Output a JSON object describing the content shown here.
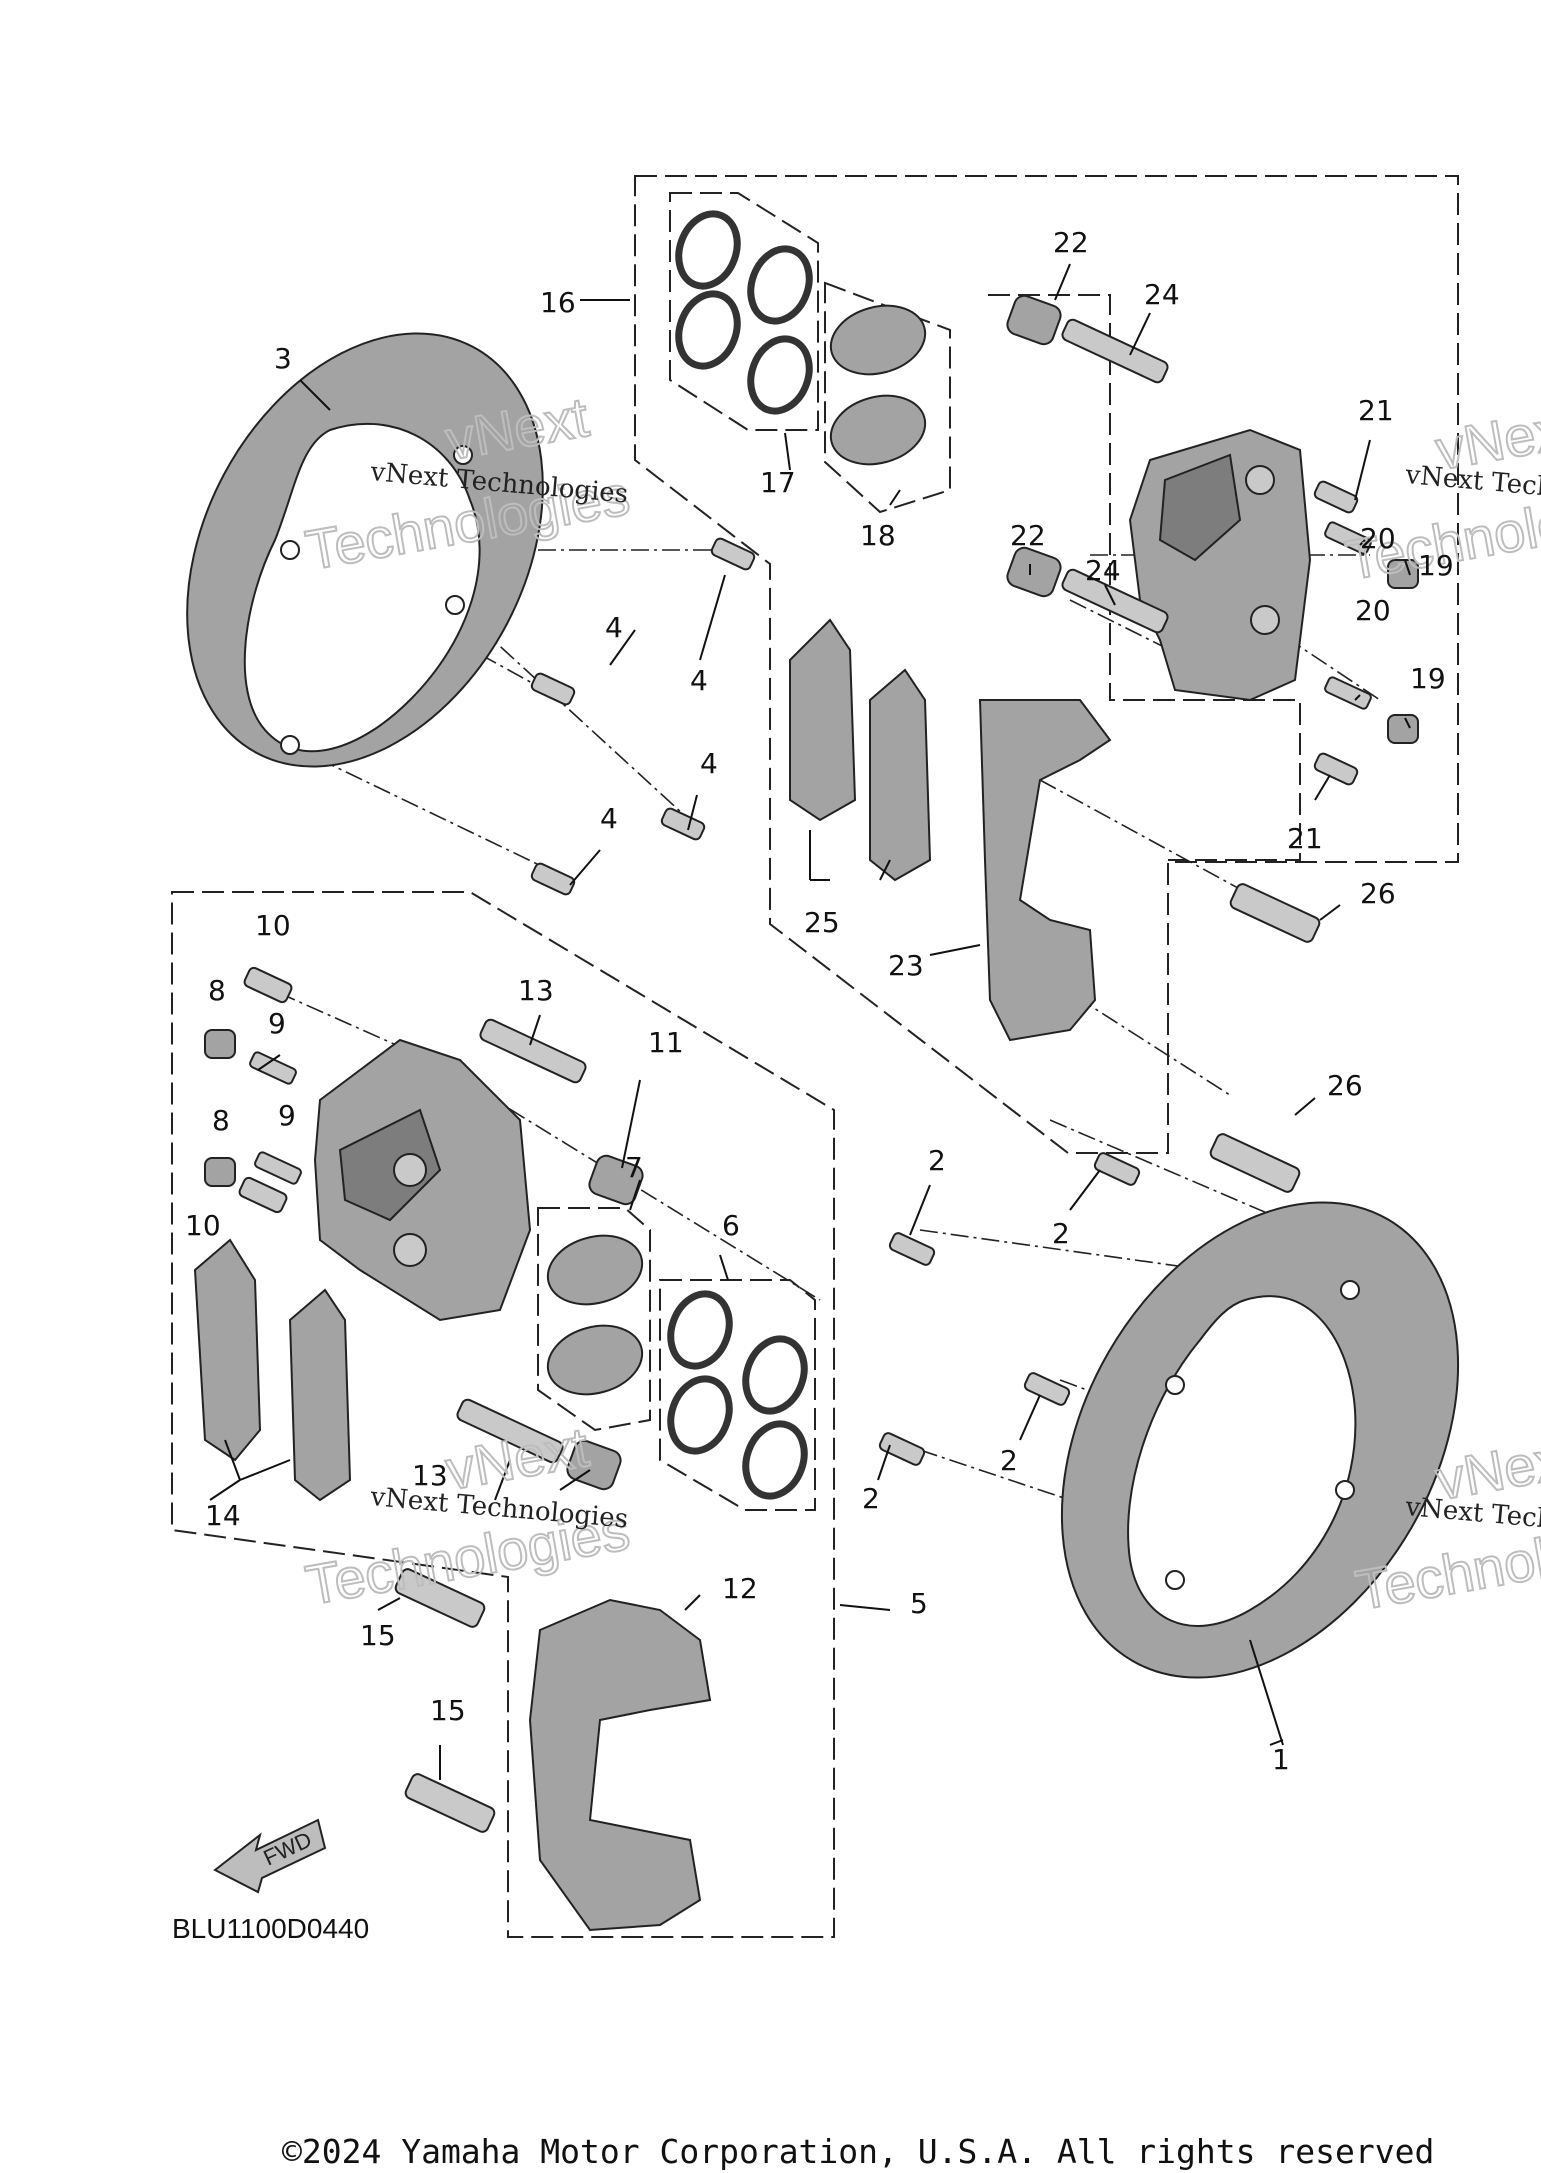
{
  "callouts": [
    {
      "id": "c1",
      "text": "1"
    },
    {
      "id": "c2a",
      "text": "2"
    },
    {
      "id": "c2b",
      "text": "2"
    },
    {
      "id": "c2c",
      "text": "2"
    },
    {
      "id": "c2d",
      "text": "2"
    },
    {
      "id": "c3",
      "text": "3"
    },
    {
      "id": "c4a",
      "text": "4"
    },
    {
      "id": "c4b",
      "text": "4"
    },
    {
      "id": "c4c",
      "text": "4"
    },
    {
      "id": "c4d",
      "text": "4"
    },
    {
      "id": "c5",
      "text": "5"
    },
    {
      "id": "c6",
      "text": "6"
    },
    {
      "id": "c7",
      "text": "7"
    },
    {
      "id": "c8a",
      "text": "8"
    },
    {
      "id": "c8b",
      "text": "8"
    },
    {
      "id": "c9a",
      "text": "9"
    },
    {
      "id": "c9b",
      "text": "9"
    },
    {
      "id": "c10a",
      "text": "10"
    },
    {
      "id": "c10b",
      "text": "10"
    },
    {
      "id": "c11",
      "text": "11"
    },
    {
      "id": "c12",
      "text": "12"
    },
    {
      "id": "c13a",
      "text": "13"
    },
    {
      "id": "c13b",
      "text": "13"
    },
    {
      "id": "c14",
      "text": "14"
    },
    {
      "id": "c15a",
      "text": "15"
    },
    {
      "id": "c15b",
      "text": "15"
    },
    {
      "id": "c16",
      "text": "16"
    },
    {
      "id": "c17",
      "text": "17"
    },
    {
      "id": "c18",
      "text": "18"
    },
    {
      "id": "c19a",
      "text": "19"
    },
    {
      "id": "c19b",
      "text": "19"
    },
    {
      "id": "c20a",
      "text": "20"
    },
    {
      "id": "c20b",
      "text": "20"
    },
    {
      "id": "c21a",
      "text": "21"
    },
    {
      "id": "c21b",
      "text": "21"
    },
    {
      "id": "c22a",
      "text": "22"
    },
    {
      "id": "c22b",
      "text": "22"
    },
    {
      "id": "c23",
      "text": "23"
    },
    {
      "id": "c24a",
      "text": "24"
    },
    {
      "id": "c24b",
      "text": "24"
    },
    {
      "id": "c25",
      "text": "25"
    },
    {
      "id": "c26a",
      "text": "26"
    },
    {
      "id": "c26b",
      "text": "26"
    }
  ],
  "diagram_code": "BLU1100D0440",
  "fwd_label": "FWD",
  "watermark": {
    "line1": "vNext Technologies",
    "big1": "vNext",
    "big2": "Technologies"
  },
  "footer": "©2024 Yamaha Motor Corporation, U.S.A. All rights reserved"
}
